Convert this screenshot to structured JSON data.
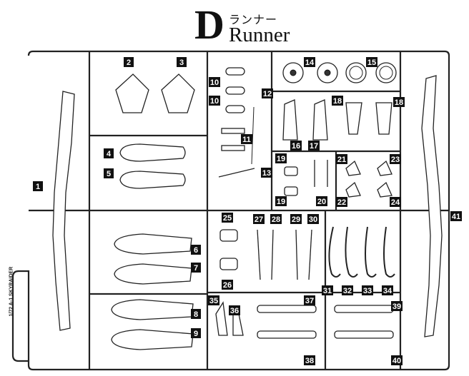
{
  "header": {
    "letter": "D",
    "katakana": "ランナー",
    "runner_label": "Runner"
  },
  "side_label": "1/72 A-1 SKYRAIDER",
  "part_numbers": [
    "1",
    "2",
    "3",
    "4",
    "5",
    "6",
    "7",
    "8",
    "9",
    "10",
    "10",
    "11",
    "12",
    "13",
    "14",
    "15",
    "16",
    "17",
    "18",
    "18",
    "19",
    "19",
    "20",
    "21",
    "22",
    "23",
    "24",
    "25",
    "26",
    "27",
    "28",
    "29",
    "30",
    "31",
    "32",
    "33",
    "34",
    "35",
    "36",
    "37",
    "38",
    "39",
    "40",
    "41"
  ]
}
